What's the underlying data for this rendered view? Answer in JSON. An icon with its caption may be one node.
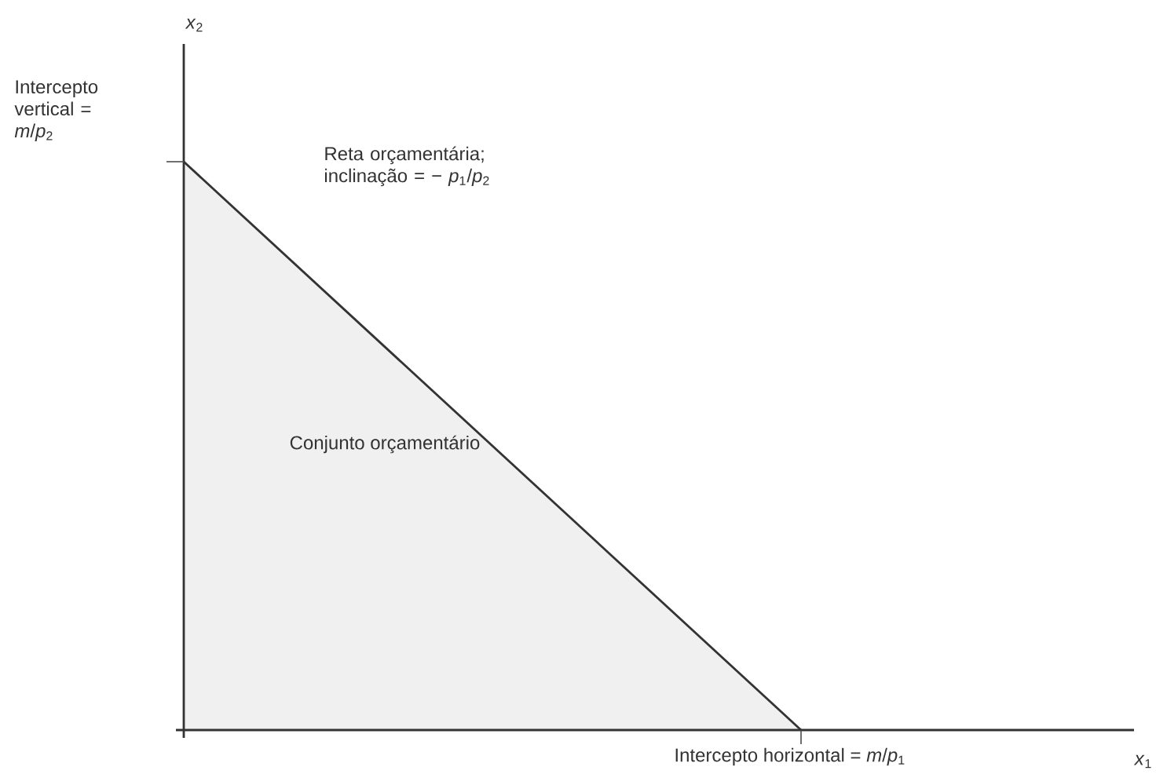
{
  "diagram": {
    "labels": [
      "*x*$_{2}$",
      "Intercepto vertical = *m*/*p*$_{2}$",
      "Reta orçamentária; inclinação = − *p*$_{1}$/*p*$_{2}$",
      "Conjunto orçamentário",
      "Intercepto horizontal = *m*/*p*$_{1}$",
      "*x*$_{1}$"
    ]
  }
}
